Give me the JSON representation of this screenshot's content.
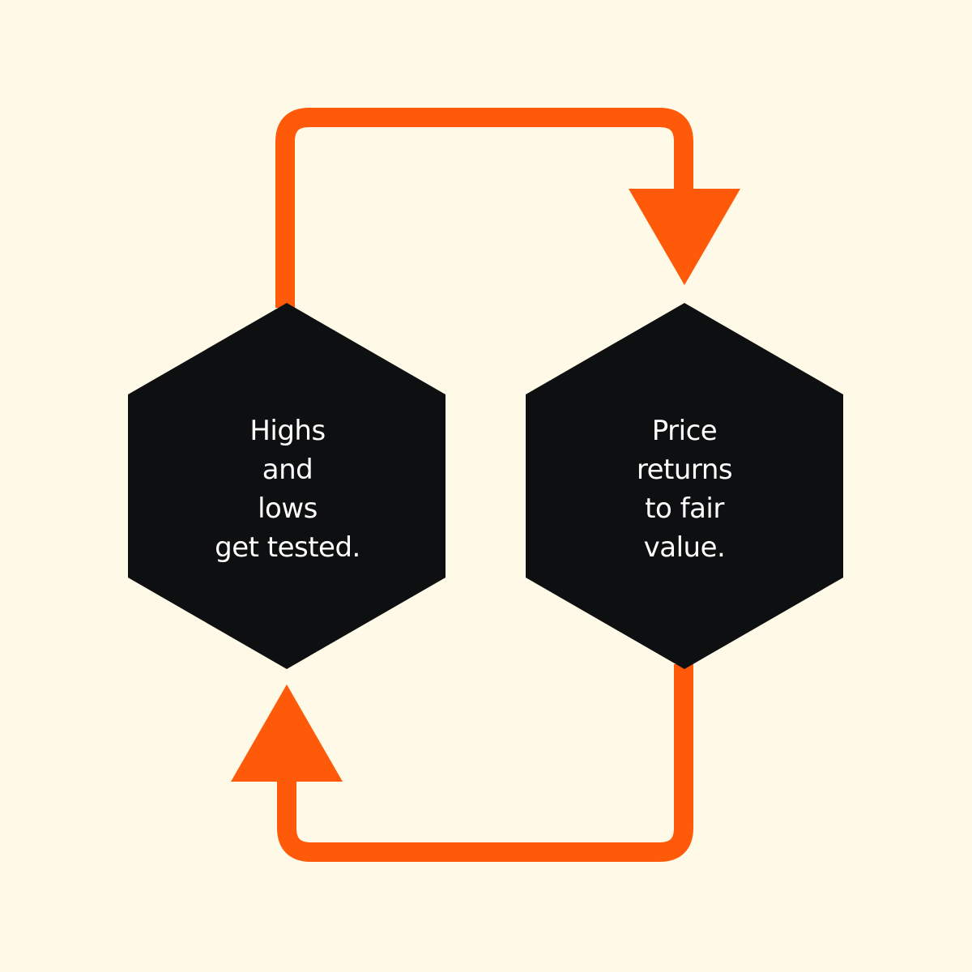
{
  "colors": {
    "background": "#FFF9E8",
    "hexagon": "#0E0F10",
    "arrow": "#FF5A0A",
    "text": "#FFFFFF"
  },
  "nodes": [
    {
      "id": "left",
      "lines": [
        "Highs",
        "and",
        "lows",
        "get tested."
      ]
    },
    {
      "id": "right",
      "lines": [
        "Price",
        "returns",
        "to fair",
        "value."
      ]
    }
  ],
  "arrows": [
    {
      "from": "left",
      "to": "right",
      "route": "top",
      "arrowhead": "down-triangle-icon"
    },
    {
      "from": "right",
      "to": "left",
      "route": "bottom",
      "arrowhead": "up-triangle-icon"
    }
  ]
}
